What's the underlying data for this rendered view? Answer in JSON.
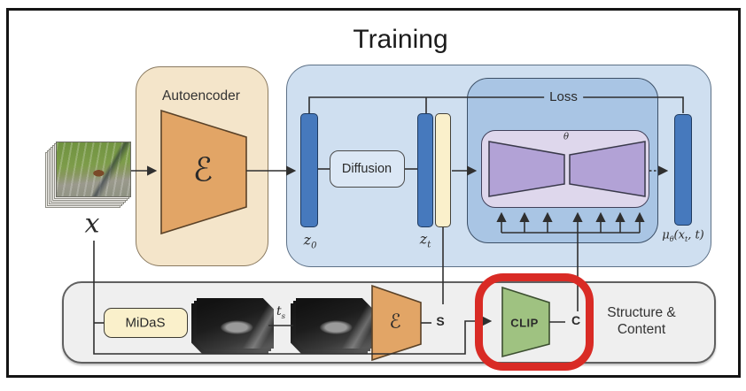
{
  "page": {
    "title": "Training"
  },
  "blocks": {
    "autoencoder": {
      "title": "Autoencoder",
      "symbol": "ℰ"
    },
    "diffusion": {
      "label": "Diffusion"
    },
    "loss": {
      "label": "Loss"
    },
    "midas": {
      "label": "MiDaS"
    },
    "structure_encoder": {
      "symbol": "ℰ"
    },
    "clip": {
      "label": "CLIP"
    },
    "structure_out": "S",
    "content_out": "C",
    "structure_content": {
      "line1": "Structure &",
      "line2": "Content"
    }
  },
  "math": {
    "x": [
      {
        "t": "x"
      }
    ],
    "z0": [
      {
        "t": "z"
      },
      {
        "t": "0",
        "sub": true
      }
    ],
    "zt": [
      {
        "t": "z"
      },
      {
        "t": "t",
        "sub": true
      }
    ],
    "ts": [
      {
        "t": "t"
      },
      {
        "t": "s",
        "sub": true
      }
    ],
    "theta": [
      {
        "t": "θ"
      }
    ],
    "mu_pred": [
      {
        "t": "μ"
      },
      {
        "t": "θ",
        "sub": true
      },
      {
        "t": "(x"
      },
      {
        "t": "t",
        "sub": true
      },
      {
        "t": ", t)"
      }
    ]
  },
  "colors": {
    "highlight_red": "#d92b25",
    "bar_blue": "#4679bd",
    "clip_green": "#9fc281",
    "encoder_orange": "#e2a566",
    "unet_purple": "#b2a2d6",
    "outer_box_blue": "#cfdff0",
    "loss_box_blue": "#a9c5e4",
    "autoencoder_tan": "#f4e5ca",
    "cream": "#faf0cb",
    "panel_gray": "#efefef",
    "unet_panel_lavender": "#ded7ec"
  }
}
